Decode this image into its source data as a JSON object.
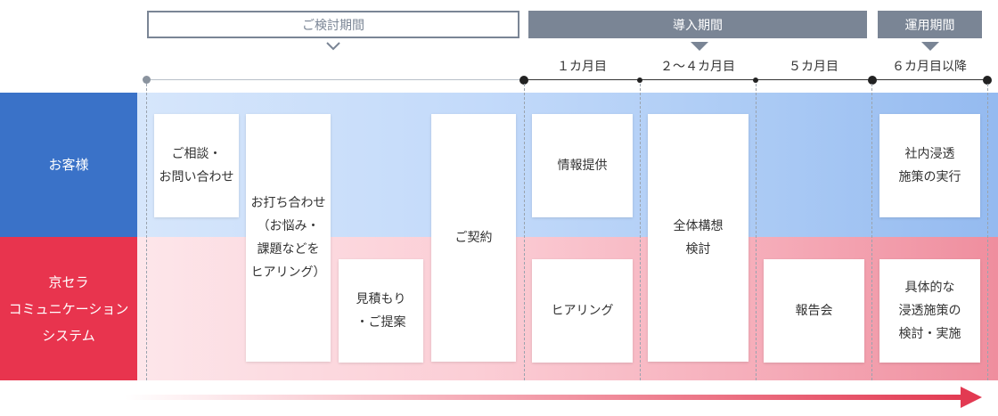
{
  "phases": {
    "consider": "ご検討期間",
    "intro": "導入期間",
    "operation": "運用期間"
  },
  "months": {
    "m1": "１カ月目",
    "m2": "２〜４カ月目",
    "m3": "５カ月目",
    "m4": "６カ月目以降"
  },
  "rows": {
    "customer": "お客様",
    "company_lines": [
      "京セラ",
      "コミュニケーション",
      "システム"
    ]
  },
  "boxes": {
    "consult": [
      "ご相談・",
      "お問い合わせ"
    ],
    "hearing1": [
      "お打ち合わせ",
      "（お悩み・",
      "課題などを",
      "ヒアリング）"
    ],
    "estimate": [
      "見積もり",
      "・ご提案"
    ],
    "contract": "ご契約",
    "info": "情報提供",
    "hearing2": "ヒアリング",
    "plan": [
      "全体構想",
      "検討"
    ],
    "report": "報告会",
    "internal": [
      "社内浸透",
      "施策の実行"
    ],
    "concrete": [
      "具体的な",
      "浸透施策の",
      "検討・実施"
    ]
  },
  "colors": {
    "customer_label": "#3a72c8",
    "company_label": "#e8344e",
    "phase_gray": "#7a8595",
    "arrow": "#e23a52"
  }
}
